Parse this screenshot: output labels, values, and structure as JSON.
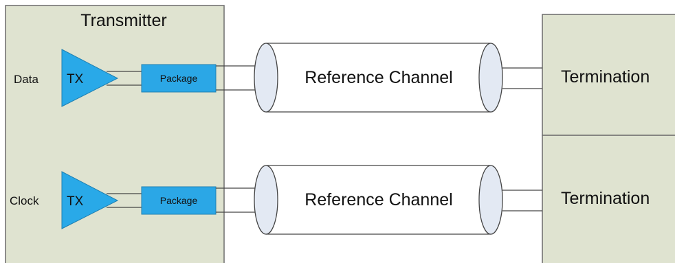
{
  "transmitter": {
    "title": "Transmitter",
    "lanes": [
      {
        "signal_label": "Data",
        "driver_label": "TX",
        "package_label": "Package"
      },
      {
        "signal_label": "Clock",
        "driver_label": "TX",
        "package_label": "Package"
      }
    ]
  },
  "channels": [
    {
      "label": "Reference Channel"
    },
    {
      "label": "Reference Channel"
    }
  ],
  "terminations": [
    {
      "label": "Termination"
    },
    {
      "label": "Termination"
    }
  ],
  "colors": {
    "panel_fill": "#dfe3d0",
    "panel_stroke": "#6b6b6b",
    "driver_fill": "#29a9e8",
    "package_fill": "#2ba7e6",
    "cable_end_fill": "#e3e9f3",
    "line": "#444444"
  }
}
